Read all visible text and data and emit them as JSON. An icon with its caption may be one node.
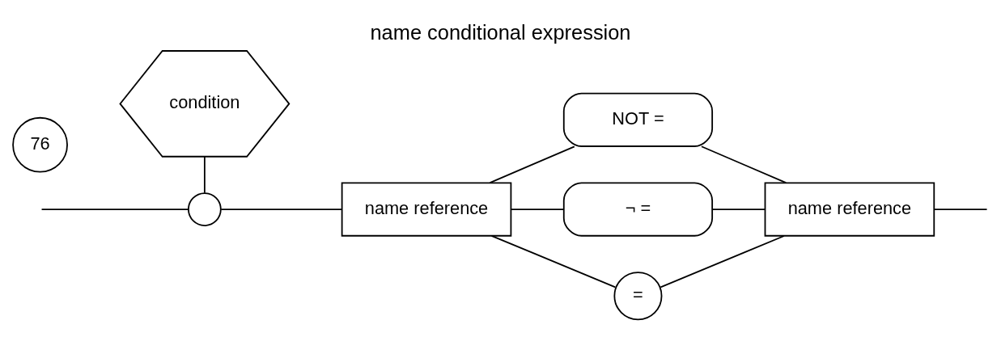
{
  "diagram": {
    "title": "name conditional expression",
    "nodes": [
      {
        "text": [
          "condition"
        ]
      },
      {
        "text": [],
        "shape": "circle"
      },
      {
        "text": [
          "name reference"
        ]
      },
      {
        "text": [
          "NOT ="
        ]
      },
      {
        "text": [
          "¬ ="
        ]
      },
      {
        "text": [
          "="
        ]
      },
      {
        "text": [
          "name reference"
        ]
      },
      {
        "text": [
          "76"
        ]
      }
    ],
    "edges": [
      {
        "from": null,
        "to": 1,
        "arrow": "none"
      },
      {
        "from": 0,
        "to": 1,
        "arrow": "none"
      },
      {
        "from": 1,
        "to": 2,
        "arrow": "none"
      },
      {
        "from": 2,
        "to": 3,
        "arrow": "none"
      },
      {
        "from": 2,
        "to": 4,
        "arrow": "none"
      },
      {
        "from": 2,
        "to": 5,
        "arrow": "none"
      },
      {
        "from": 3,
        "to": 6,
        "arrow": "none"
      },
      {
        "from": 4,
        "to": 6,
        "arrow": "none"
      },
      {
        "from": 5,
        "to": 6,
        "arrow": "none"
      },
      {
        "from": 6,
        "to": null,
        "arrow": "none"
      }
    ]
  }
}
